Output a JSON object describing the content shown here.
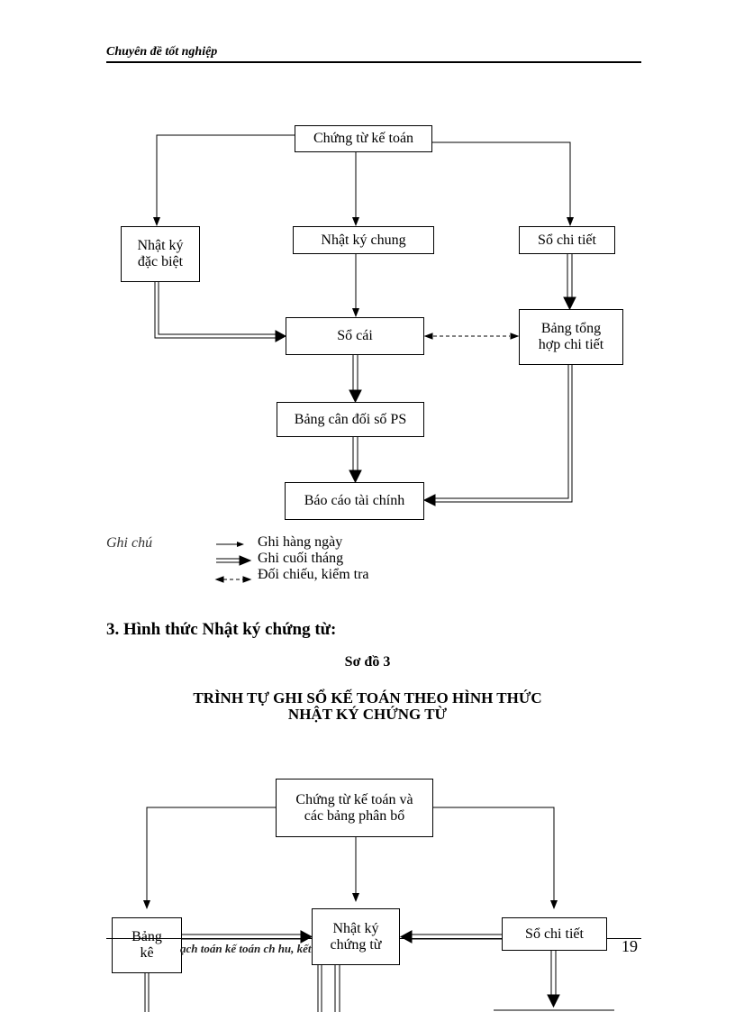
{
  "header": {
    "title": "Chuyên đề tốt nghiệp"
  },
  "diagram1": {
    "source": "Chứng từ kế toán",
    "special_journal": "Nhật ký\nđặc biệt",
    "general_journal": "Nhật ký chung",
    "detail_ledger": "Sổ chi tiết",
    "general_ledger": "Sổ cái",
    "detail_summary": "Bảng tổng\nhợp chi tiết",
    "trial_balance": "Bảng cân đối số PS",
    "financial_report": "Báo cáo tài chính"
  },
  "legend": {
    "label": "Ghi chú",
    "items": [
      "Ghi hàng ngày",
      "Ghi cuối tháng",
      "Đối chiếu, kiểm tra"
    ]
  },
  "section": {
    "title": "3. Hình thức Nhật ký chứng từ:",
    "diagram_label": "Sơ đồ 3",
    "diagram_title": "TRÌNH TỰ GHI SỔ KẾ TOÁN THEO HÌNH THỨC\nNHẬT KÝ CHỨNG TỪ"
  },
  "diagram2": {
    "source": "Chứng từ kế toán và\ncác bảng phân bổ",
    "listing": "Bảng\nkê",
    "voucher_journal": "Nhật ký\nchứng từ",
    "detail_ledger": "Sổ chi tiết"
  },
  "footer": {
    "text": "ạch toán kế toán ch                        hu, kết quả của",
    "page_number": "19"
  }
}
